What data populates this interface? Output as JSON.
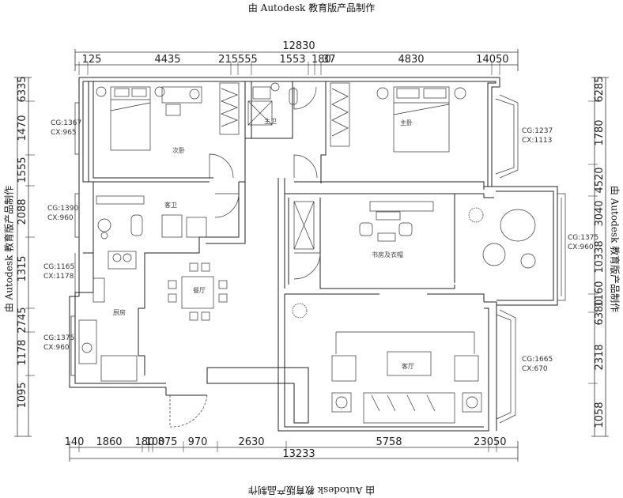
{
  "watermark": {
    "top": "由 Autodesk 教育版产品制作",
    "bottom": "由 Autodesk 教育版产品制作",
    "left": "由 Autodesk 教育版产品制作",
    "right": "由 Autodesk 教育版产品制作"
  },
  "dimensions": {
    "top_total": "12830",
    "top_segments": [
      "125",
      "4435",
      "215",
      "555",
      "1553",
      "180",
      "37",
      "4830",
      "140",
      "50"
    ],
    "bottom_total": "13233",
    "bottom_segments": [
      "140",
      "1860",
      "180",
      "100",
      "875",
      "970",
      "2630",
      "5758",
      "230",
      "50"
    ],
    "left_segments": [
      "6335",
      "1470",
      "1555",
      "2088",
      "1315",
      "2745",
      "1178",
      "1095"
    ],
    "right_segments": [
      "6285",
      "1780",
      "4520",
      "3040",
      "10338",
      "1160",
      "6380",
      "2318",
      "1058"
    ]
  },
  "windows": {
    "w1": {
      "cg": "CG:1367",
      "cx": "CX:965"
    },
    "w2": {
      "cg": "CG:1390",
      "cx": "CX:960"
    },
    "w3": {
      "cg": "CG:1165",
      "cx": "CX:1178"
    },
    "w4": {
      "cg": "CG:1375",
      "cx": "CX:960"
    },
    "w5": {
      "cg": "CG:1237",
      "cx": "CX:1113"
    },
    "w6": {
      "cg": "CG:1375",
      "cx": "CX:960"
    },
    "w7": {
      "cg": "CG:1665",
      "cx": "CX:670"
    }
  },
  "rooms": {
    "second_bedroom": "次卧",
    "master_bath": "主卫",
    "master_bedroom": "主卧",
    "guest_bath": "客卫",
    "study": "书房及衣帽",
    "dining": "餐厅",
    "kitchen": "厨房",
    "living": "客厅"
  }
}
